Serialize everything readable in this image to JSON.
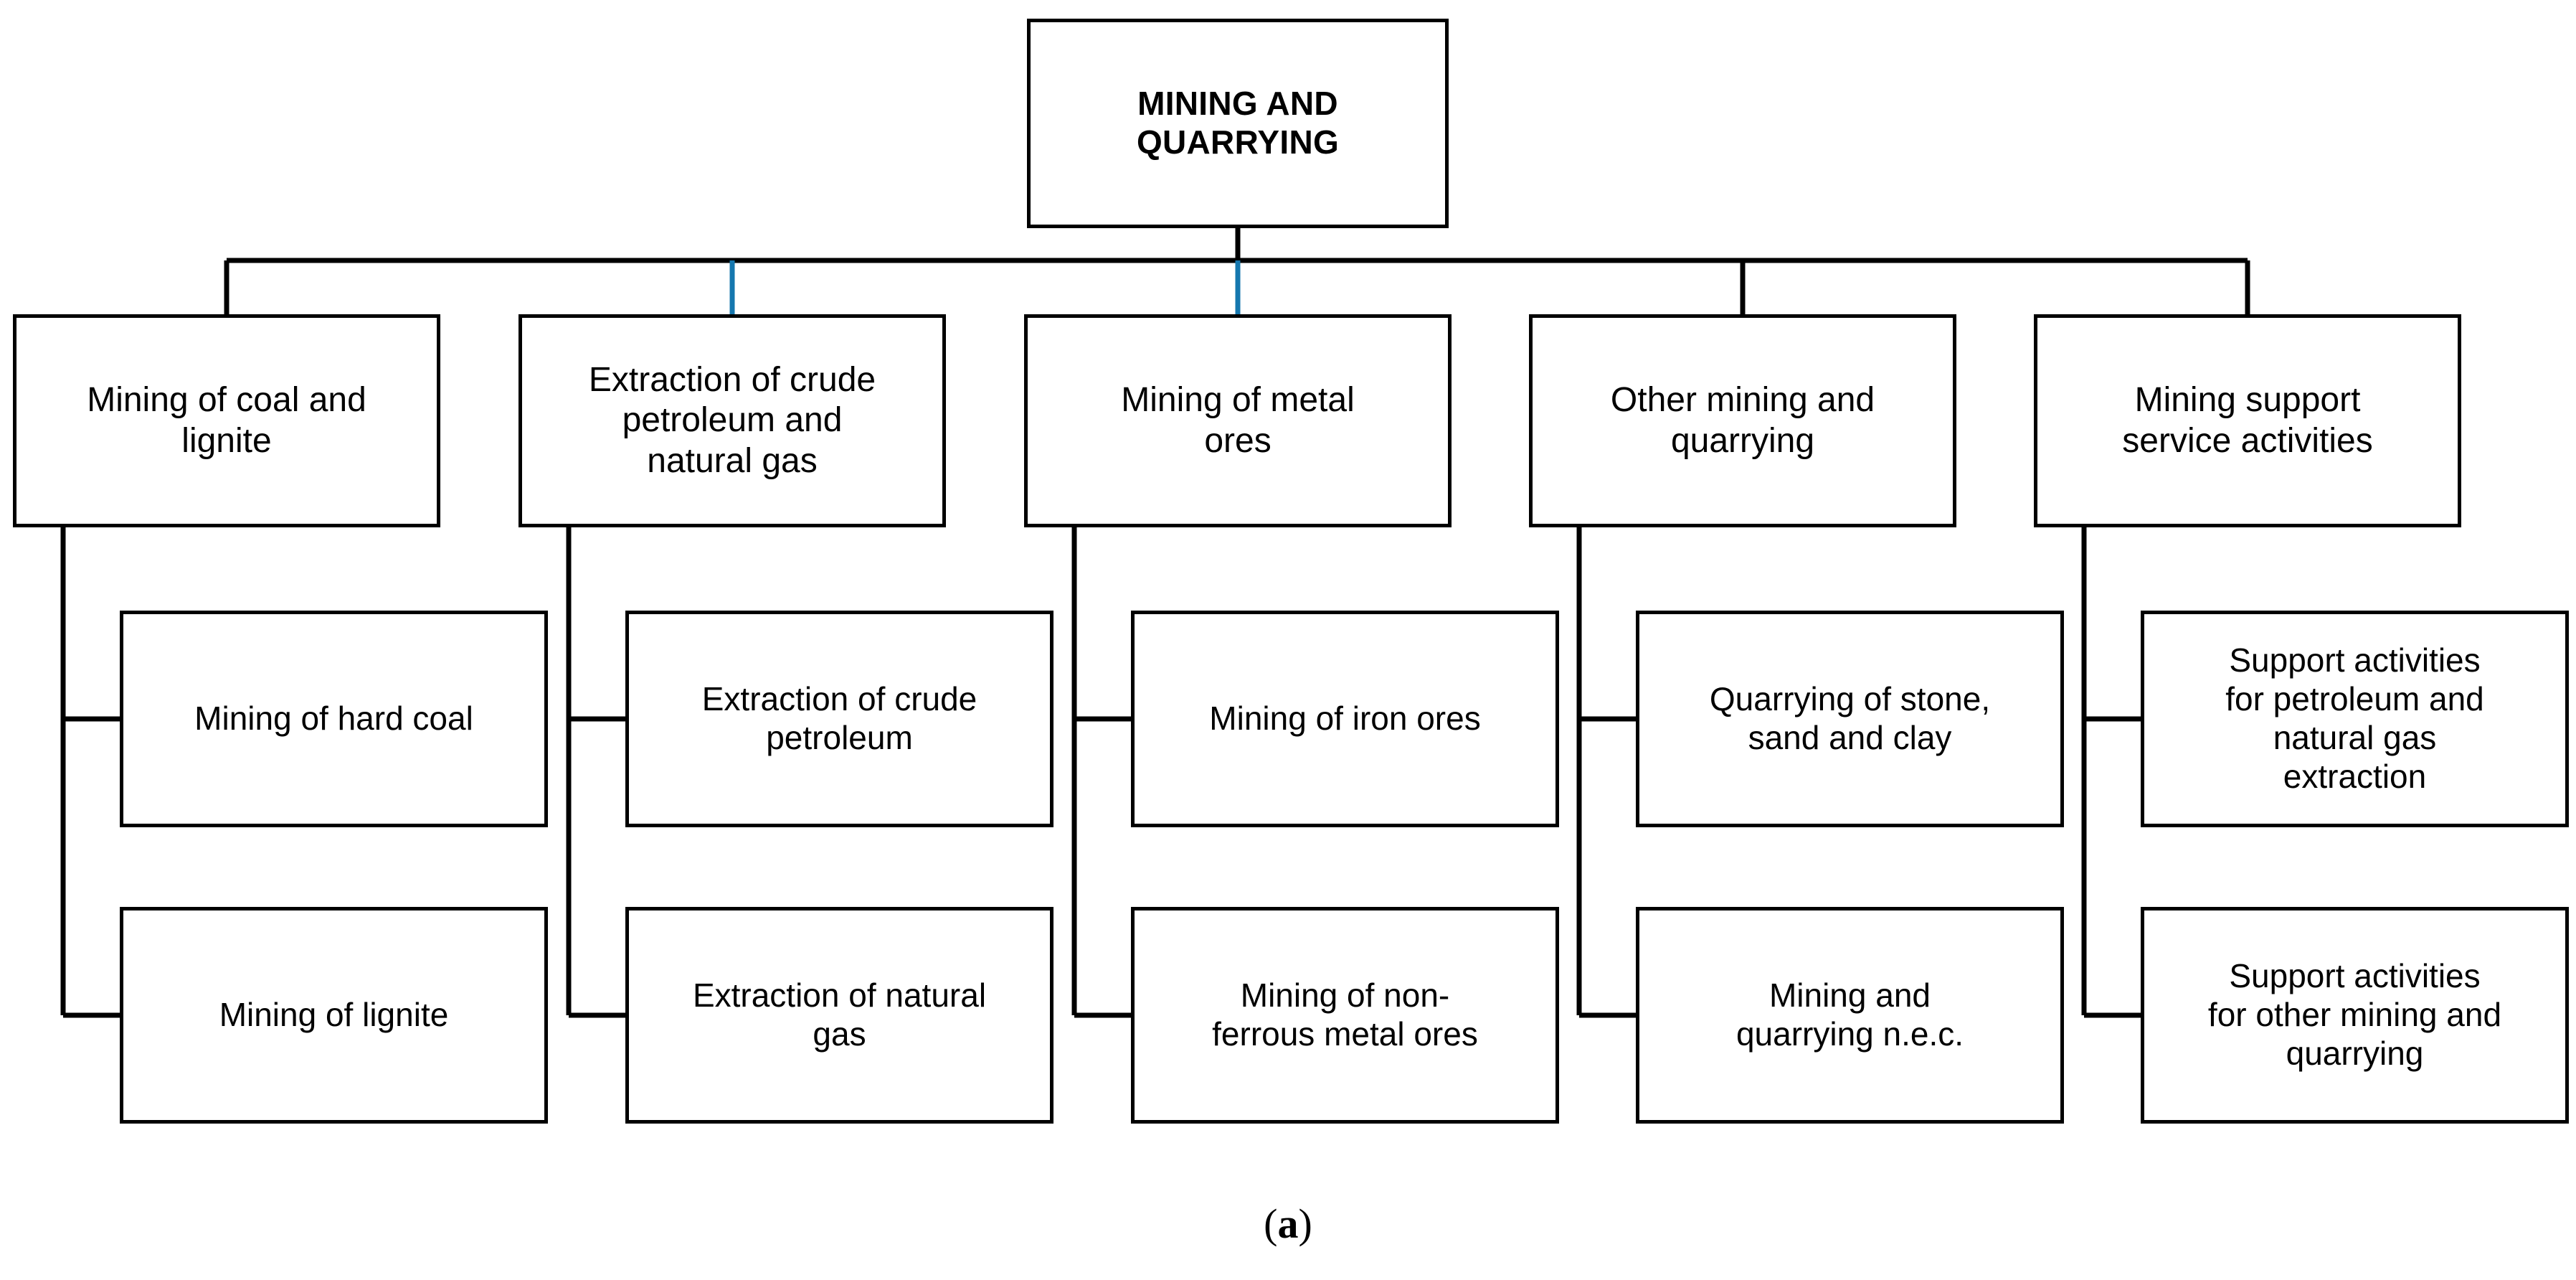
{
  "figure": {
    "caption_open": "(",
    "caption_letter": "a",
    "caption_close": ")"
  },
  "colors": {
    "line_black": "#000000",
    "line_blue": "#1577ae",
    "box_border": "#000000",
    "box_fill": "#ffffff",
    "text": "#000000",
    "page_background": "#ffffff"
  },
  "root": {
    "label": "MINING AND\nQUARRYING"
  },
  "branches": [
    {
      "label": "Mining of coal and\nlignite",
      "connector_color": "#000000",
      "children": [
        {
          "label": "Mining of hard coal"
        },
        {
          "label": "Mining of lignite"
        }
      ]
    },
    {
      "label": "Extraction of crude\npetroleum and\nnatural gas",
      "connector_color": "#1577ae",
      "children": [
        {
          "label": "Extraction of crude\npetroleum"
        },
        {
          "label": "Extraction of natural\ngas"
        }
      ]
    },
    {
      "label": "Mining of metal\nores",
      "connector_color": "#1577ae",
      "children": [
        {
          "label": "Mining of iron ores"
        },
        {
          "label": "Mining of non-\nferrous metal ores"
        }
      ]
    },
    {
      "label": "Other mining and\nquarrying",
      "connector_color": "#000000",
      "children": [
        {
          "label": "Quarrying of stone,\nsand and clay"
        },
        {
          "label": "Mining and\nquarrying n.e.c."
        }
      ]
    },
    {
      "label": "Mining support\nservice activities",
      "connector_color": "#000000",
      "children": [
        {
          "label": "Support activities\nfor petroleum and\nnatural gas\nextraction"
        },
        {
          "label": "Support activities\nfor other mining and\nquarrying"
        }
      ]
    }
  ]
}
